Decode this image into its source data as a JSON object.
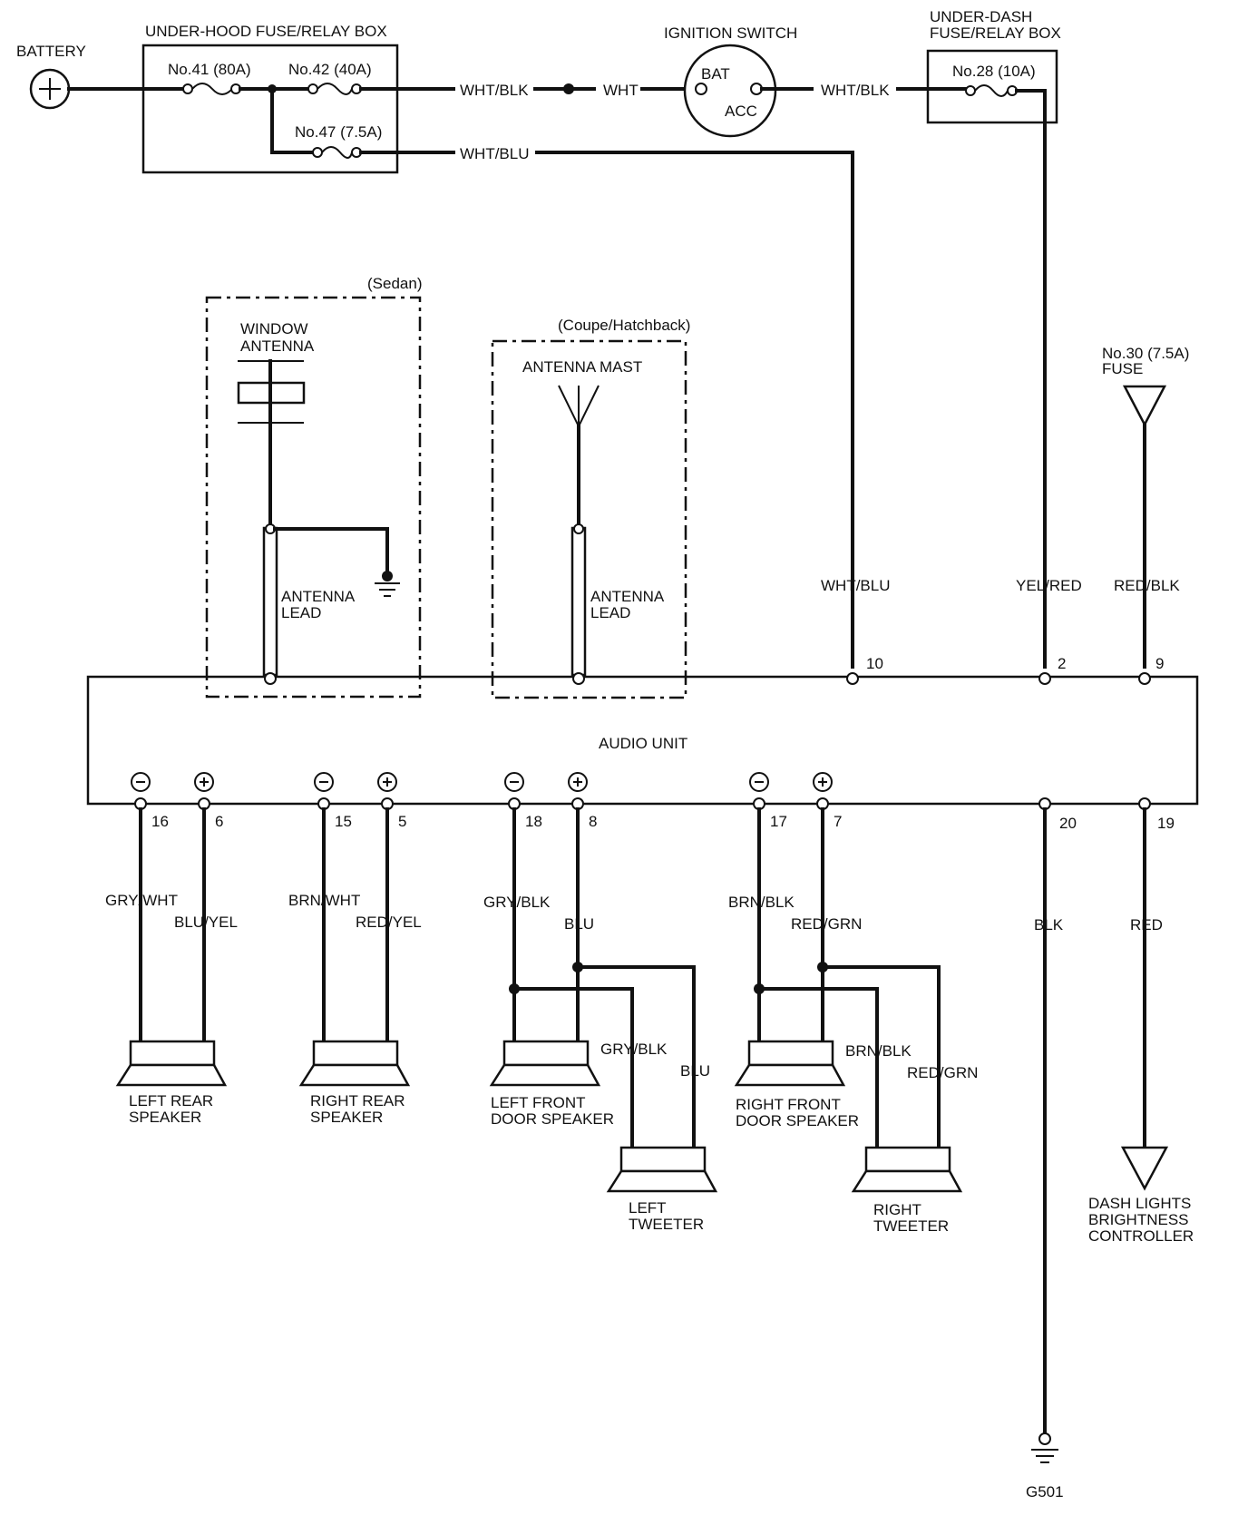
{
  "labels": {
    "battery": "BATTERY",
    "underhood_box": "UNDER-HOOD FUSE/RELAY BOX",
    "fuse41": "No.41 (80A)",
    "fuse42": "No.42 (40A)",
    "fuse47": "No.47 (7.5A)",
    "ignition_switch": "IGNITION SWITCH",
    "bat": "BAT",
    "acc": "ACC",
    "underdash_box_1": "UNDER-DASH",
    "underdash_box_2": "FUSE/RELAY BOX",
    "fuse28": "No.28 (10A)",
    "sedan": "(Sedan)",
    "coupe": "(Coupe/Hatchback)",
    "window_antenna_1": "WINDOW",
    "window_antenna_2": "ANTENNA",
    "antenna_mast": "ANTENNA MAST",
    "antenna_lead_1": "ANTENNA",
    "antenna_lead_2": "LEAD",
    "fuse30_1": "No.30 (7.5A)",
    "fuse30_2": "FUSE",
    "audio_unit": "AUDIO UNIT",
    "left_rear_1": "LEFT REAR",
    "left_rear_2": "SPEAKER",
    "right_rear_1": "RIGHT REAR",
    "right_rear_2": "SPEAKER",
    "left_front_1": "LEFT FRONT",
    "left_front_2": "DOOR SPEAKER",
    "right_front_1": "RIGHT FRONT",
    "right_front_2": "DOOR SPEAKER",
    "left_tweeter_1": "LEFT",
    "left_tweeter_2": "TWEETER",
    "right_tweeter_1": "RIGHT",
    "right_tweeter_2": "TWEETER",
    "dash_1": "DASH LIGHTS",
    "dash_2": "BRIGHTNESS",
    "dash_3": "CONTROLLER",
    "ground": "G501"
  },
  "wires": {
    "wht_blk_a": "WHT/BLK",
    "wht": "WHT",
    "wht_blk_b": "WHT/BLK",
    "wht_blu_top": "WHT/BLU",
    "wht_blu": "WHT/BLU",
    "yel_red": "YEL/RED",
    "red_blk": "RED/BLK",
    "gry_wht": "GRY/WHT",
    "blu_yel": "BLU/YEL",
    "brn_wht": "BRN/WHT",
    "red_yel": "RED/YEL",
    "gry_blk": "GRY/BLK",
    "blu": "BLU",
    "brn_blk": "BRN/BLK",
    "red_grn": "RED/GRN",
    "gry_blk_tw": "GRY/BLK",
    "blu_tw": "BLU",
    "brn_blk_tw": "BRN/BLK",
    "red_grn_tw": "RED/GRN",
    "blk": "BLK",
    "red": "RED"
  },
  "pins": {
    "p10": "10",
    "p2": "2",
    "p9": "9",
    "p16": "16",
    "p6": "6",
    "p15": "15",
    "p5": "5",
    "p18": "18",
    "p8": "8",
    "p17": "17",
    "p7": "7",
    "p20": "20",
    "p19": "19"
  }
}
